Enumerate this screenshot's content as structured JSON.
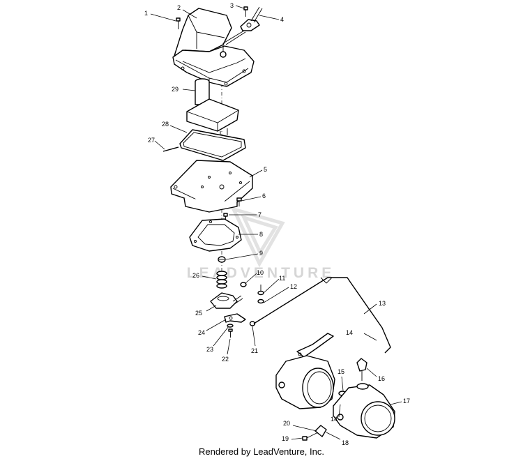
{
  "watermark": "LEADVENTURE",
  "credit": "Rendered by LeadVenture, Inc.",
  "callouts": [
    {
      "id": "1",
      "label": "1"
    },
    {
      "id": "2",
      "label": "2"
    },
    {
      "id": "3",
      "label": "3"
    },
    {
      "id": "4",
      "label": "4"
    },
    {
      "id": "5",
      "label": "5"
    },
    {
      "id": "6",
      "label": "6"
    },
    {
      "id": "7",
      "label": "7"
    },
    {
      "id": "8",
      "label": "8"
    },
    {
      "id": "9",
      "label": "9"
    },
    {
      "id": "10",
      "label": "10"
    },
    {
      "id": "11",
      "label": "11"
    },
    {
      "id": "12",
      "label": "12"
    },
    {
      "id": "13",
      "label": "13"
    },
    {
      "id": "14a",
      "label": "14"
    },
    {
      "id": "14b",
      "label": "14"
    },
    {
      "id": "15",
      "label": "15"
    },
    {
      "id": "16",
      "label": "16"
    },
    {
      "id": "17",
      "label": "17"
    },
    {
      "id": "18",
      "label": "18"
    },
    {
      "id": "19",
      "label": "19"
    },
    {
      "id": "20",
      "label": "20"
    },
    {
      "id": "21",
      "label": "21"
    },
    {
      "id": "22",
      "label": "22"
    },
    {
      "id": "23",
      "label": "23"
    },
    {
      "id": "24",
      "label": "24"
    },
    {
      "id": "25",
      "label": "25"
    },
    {
      "id": "26",
      "label": "26"
    },
    {
      "id": "27",
      "label": "27"
    },
    {
      "id": "28",
      "label": "28"
    },
    {
      "id": "29",
      "label": "29"
    }
  ]
}
